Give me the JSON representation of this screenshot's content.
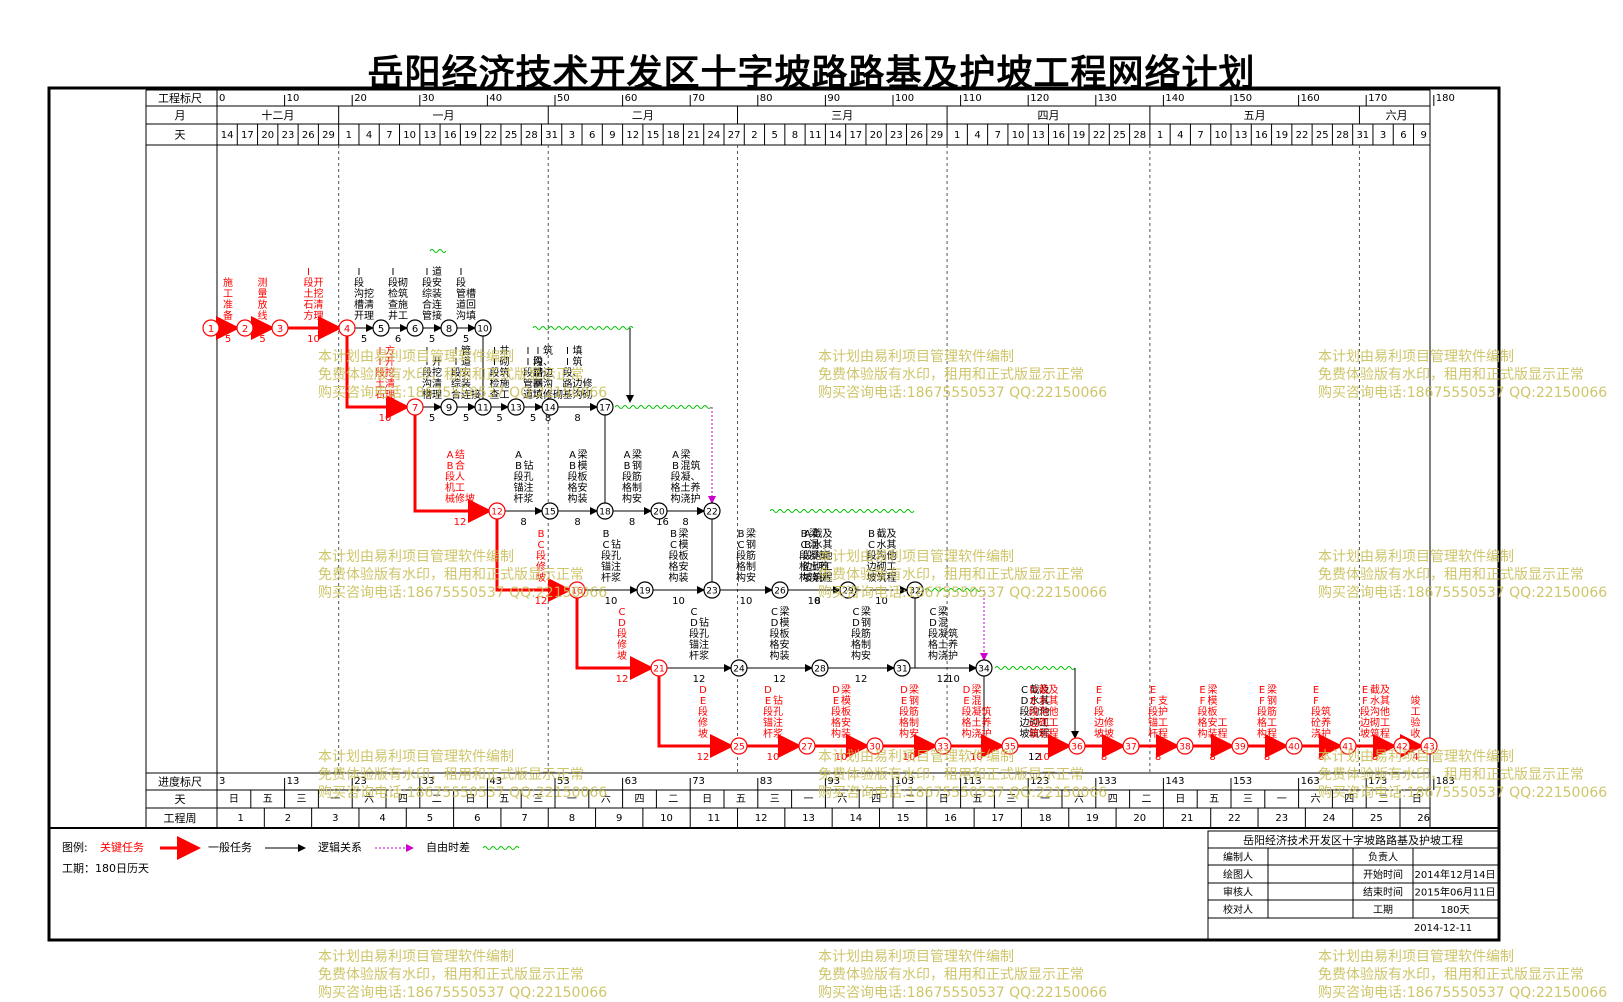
{
  "title": "岳阳经济技术开发区十字坡路路基及护坡工程网络计划",
  "header": {
    "row_labels": [
      "工程标尺",
      "月",
      "天"
    ],
    "scale_ticks": [
      "0",
      "10",
      "20",
      "30",
      "40",
      "50",
      "60",
      "70",
      "80",
      "90",
      "100",
      "110",
      "120",
      "130",
      "140",
      "150",
      "160",
      "170",
      "180"
    ],
    "months": [
      "十二月",
      "一月",
      "二月",
      "三月",
      "四月",
      "五月",
      "六月"
    ],
    "days": [
      "14",
      "17",
      "20",
      "23",
      "26",
      "29",
      "1",
      "4",
      "7",
      "10",
      "13",
      "16",
      "19",
      "22",
      "25",
      "28",
      "31",
      "3",
      "6",
      "9",
      "12",
      "15",
      "18",
      "21",
      "24",
      "27",
      "2",
      "5",
      "8",
      "11",
      "14",
      "17",
      "20",
      "23",
      "26",
      "29",
      "1",
      "4",
      "7",
      "10",
      "13",
      "16",
      "19",
      "22",
      "25",
      "28",
      "1",
      "4",
      "7",
      "10",
      "13",
      "16",
      "19",
      "22",
      "25",
      "28",
      "31",
      "3",
      "6",
      "9"
    ]
  },
  "footer": {
    "row_labels": [
      "进度标尺",
      "天",
      "工程周"
    ],
    "progress_ticks": [
      "3",
      "13",
      "23",
      "33",
      "43",
      "53",
      "63",
      "73",
      "83",
      "93",
      "103",
      "113",
      "123",
      "133",
      "143",
      "153",
      "163",
      "173",
      "183"
    ],
    "weekdays": [
      "日",
      "五",
      "三",
      "一",
      "六",
      "四",
      "二",
      "日",
      "五",
      "三",
      "一",
      "六",
      "四",
      "二",
      "日",
      "五",
      "三",
      "一",
      "六",
      "四",
      "二",
      "日",
      "五",
      "三",
      "一",
      "六",
      "四",
      "二",
      "日",
      "五",
      "三",
      "一",
      "六",
      "四",
      "二",
      "日"
    ],
    "weeks": [
      "1",
      "2",
      "3",
      "4",
      "5",
      "6",
      "7",
      "8",
      "9",
      "10",
      "11",
      "12",
      "13",
      "14",
      "15",
      "16",
      "17",
      "18",
      "19",
      "20",
      "21",
      "22",
      "23",
      "24",
      "25",
      "26"
    ]
  },
  "legend": {
    "label": "图例:",
    "critical": "关键任务",
    "normal": "一般任务",
    "logic": "逻辑关系",
    "float": "自由时差",
    "duration": "工期：180日历天"
  },
  "info": {
    "project": "岳阳经济技术开发区十字坡路路基及护坡工程",
    "rows": [
      {
        "k1": "编制人",
        "v1": "",
        "k2": "负责人",
        "v2": ""
      },
      {
        "k1": "绘图人",
        "v1": "",
        "k2": "开始时间",
        "v2": "2014年12月14日"
      },
      {
        "k1": "审核人",
        "v1": "",
        "k2": "结束时间",
        "v2": "2015年06月11日"
      },
      {
        "k1": "校对人",
        "v1": "",
        "k2": "工期",
        "v2": "180天"
      }
    ],
    "date": "2014-12-11"
  },
  "watermark": {
    "line1": "本计划由易利项目管理软件编制",
    "line2": "免费体验版有水印，租用和正式版显示正常",
    "line3": "购买咨询电话:18675550537 QQ:22150066"
  },
  "colors": {
    "critical": "#ff0000",
    "normal": "#000000",
    "free_float": "#00c000",
    "logic": "#cc00cc"
  },
  "nodes": [
    {
      "id": "1",
      "c": true
    },
    {
      "id": "2",
      "c": true
    },
    {
      "id": "3",
      "c": true
    },
    {
      "id": "4",
      "c": true
    },
    {
      "id": "5",
      "c": false
    },
    {
      "id": "6",
      "c": false
    },
    {
      "id": "7",
      "c": true
    },
    {
      "id": "8",
      "c": false
    },
    {
      "id": "9",
      "c": false
    },
    {
      "id": "10",
      "c": false
    },
    {
      "id": "11",
      "c": false
    },
    {
      "id": "12",
      "c": true
    },
    {
      "id": "13",
      "c": false
    },
    {
      "id": "14",
      "c": false
    },
    {
      "id": "15",
      "c": false
    },
    {
      "id": "16",
      "c": true
    },
    {
      "id": "17",
      "c": false
    },
    {
      "id": "18",
      "c": false
    },
    {
      "id": "19",
      "c": false
    },
    {
      "id": "20",
      "c": false
    },
    {
      "id": "21",
      "c": true
    },
    {
      "id": "22",
      "c": false
    },
    {
      "id": "23",
      "c": false
    },
    {
      "id": "24",
      "c": false
    },
    {
      "id": "25",
      "c": true
    },
    {
      "id": "26",
      "c": false
    },
    {
      "id": "27",
      "c": true
    },
    {
      "id": "28",
      "c": false
    },
    {
      "id": "29",
      "c": false
    },
    {
      "id": "30",
      "c": true
    },
    {
      "id": "31",
      "c": false
    },
    {
      "id": "32",
      "c": false
    },
    {
      "id": "33",
      "c": true
    },
    {
      "id": "34",
      "c": false
    },
    {
      "id": "35",
      "c": true
    },
    {
      "id": "36",
      "c": true
    },
    {
      "id": "37",
      "c": true
    },
    {
      "id": "38",
      "c": true
    },
    {
      "id": "39",
      "c": true
    },
    {
      "id": "40",
      "c": true
    },
    {
      "id": "41",
      "c": true
    },
    {
      "id": "42",
      "c": true
    },
    {
      "id": "43",
      "c": true
    }
  ],
  "tasks": [
    {
      "from": "1",
      "to": "2",
      "name": "施工准备",
      "dur": "5",
      "c": true
    },
    {
      "from": "2",
      "to": "3",
      "name": "测量放线",
      "dur": "5",
      "c": true
    },
    {
      "from": "3",
      "to": "4",
      "name": "I段土石方开挖清理",
      "dur": "10",
      "c": true
    },
    {
      "from": "4",
      "to": "5",
      "name": "I段沟槽开挖清理",
      "dur": "5",
      "c": false
    },
    {
      "from": "5",
      "to": "6",
      "name": "I段检查井砌筑施工",
      "dur": "6",
      "c": false
    },
    {
      "from": "6",
      "to": "8",
      "name": "I段综合管道安装连接",
      "dur": "5",
      "c": false
    },
    {
      "from": "8",
      "to": "10",
      "name": "I段管道沟槽回填",
      "dur": "5",
      "c": false
    },
    {
      "from": "10",
      "to": "17",
      "name": "I段路基填筑、边沟修砌",
      "dur": "8",
      "c": false
    },
    {
      "from": "4",
      "to": "7",
      "name": "II段土石方开挖清理",
      "dur": "10",
      "c": true
    },
    {
      "from": "7",
      "to": "9",
      "name": "II段沟槽开挖清理",
      "dur": "5",
      "c": false
    },
    {
      "from": "9",
      "to": "11",
      "name": "II段综合管道安装连接",
      "dur": "5",
      "c": false
    },
    {
      "from": "11",
      "to": "13",
      "name": "II段检查井砌筑施工",
      "dur": "5",
      "c": false
    },
    {
      "from": "13",
      "to": "14",
      "name": "II段管道沟槽回填",
      "dur": "5",
      "c": false
    },
    {
      "from": "14",
      "to": "17",
      "name": "II段路基填筑、边沟修砌",
      "dur": "8",
      "c": false
    },
    {
      "from": "17",
      "to": "22",
      "name": "",
      "dur": "16",
      "c": false
    },
    {
      "from": "7",
      "to": "12",
      "name": "AB段机械结合人工修坡",
      "dur": "12",
      "c": true
    },
    {
      "from": "12",
      "to": "15",
      "name": "AB段锚杆钻孔注浆",
      "dur": "8",
      "c": false
    },
    {
      "from": "15",
      "to": "18",
      "name": "AB段格构梁模板安装",
      "dur": "8",
      "c": false
    },
    {
      "from": "18",
      "to": "20",
      "name": "AB段格构梁钢筋制安",
      "dur": "8",
      "c": false
    },
    {
      "from": "20",
      "to": "22",
      "name": "AB段格构梁混凝土浇筑、养护",
      "dur": "8",
      "c": false
    },
    {
      "from": "22",
      "to": "32",
      "name": "AB段边坡截水沟砌筑及其他工程",
      "dur": "8",
      "c": false
    },
    {
      "from": "12",
      "to": "16",
      "name": "BC段修坡",
      "dur": "12",
      "c": true
    },
    {
      "from": "16",
      "to": "19",
      "name": "BC段锚杆钻孔注浆",
      "dur": "10",
      "c": false
    },
    {
      "from": "19",
      "to": "23",
      "name": "BC段格构梁模板安装",
      "dur": "10",
      "c": false
    },
    {
      "from": "23",
      "to": "26",
      "name": "BC段格构梁钢筋制安",
      "dur": "10",
      "c": false
    },
    {
      "from": "26",
      "to": "29",
      "name": "BC段格构梁混凝土浇筑养护",
      "dur": "10",
      "c": false
    },
    {
      "from": "29",
      "to": "32",
      "name": "BC段边坡截水沟砌筑及其他工程",
      "dur": "10",
      "c": false
    },
    {
      "from": "32",
      "to": "34",
      "name": "",
      "dur": "10",
      "c": false
    },
    {
      "from": "16",
      "to": "21",
      "name": "CD段修坡",
      "dur": "12",
      "c": true
    },
    {
      "from": "21",
      "to": "24",
      "name": "CD段锚杆钻孔注浆",
      "dur": "12",
      "c": false
    },
    {
      "from": "24",
      "to": "28",
      "name": "CD段格构梁模板安装",
      "dur": "12",
      "c": false
    },
    {
      "from": "28",
      "to": "31",
      "name": "CD段格构梁钢筋制安",
      "dur": "12",
      "c": false
    },
    {
      "from": "31",
      "to": "34",
      "name": "CD段格构梁混凝土浇筑养护",
      "dur": "12",
      "c": false
    },
    {
      "from": "34",
      "to": "36",
      "name": "CD段边坡截水沟砌筑及其他工程",
      "dur": "12",
      "c": false
    },
    {
      "from": "21",
      "to": "25",
      "name": "DE段修坡",
      "dur": "12",
      "c": true
    },
    {
      "from": "25",
      "to": "27",
      "name": "DE段锚杆钻孔注浆",
      "dur": "10",
      "c": true
    },
    {
      "from": "27",
      "to": "30",
      "name": "DE段格构梁模板安装",
      "dur": "10",
      "c": true
    },
    {
      "from": "30",
      "to": "33",
      "name": "DE段格构梁钢筋制安",
      "dur": "10",
      "c": true
    },
    {
      "from": "33",
      "to": "35",
      "name": "DE段格构梁混凝土浇筑养护",
      "dur": "10",
      "c": true
    },
    {
      "from": "35",
      "to": "36",
      "name": "DE段边坡截水沟砌筑及其他工程",
      "dur": "10",
      "c": true
    },
    {
      "from": "36",
      "to": "37",
      "name": "EF段边坡修坡",
      "dur": "8",
      "c": true
    },
    {
      "from": "37",
      "to": "38",
      "name": "EF段锚杆支护工程",
      "dur": "8",
      "c": true
    },
    {
      "from": "38",
      "to": "39",
      "name": "EF段格构梁模板安装工程",
      "dur": "8",
      "c": true
    },
    {
      "from": "39",
      "to": "40",
      "name": "EF段格构梁钢筋工程",
      "dur": "8",
      "c": true
    },
    {
      "from": "40",
      "to": "41",
      "name": "EF段砼浇筑养护",
      "dur": "8",
      "c": true
    },
    {
      "from": "41",
      "to": "42",
      "name": "EF段边坡截水沟砌筑及其他工程",
      "dur": "8",
      "c": true
    },
    {
      "from": "42",
      "to": "43",
      "name": "竣工验收",
      "dur": "4",
      "c": true
    }
  ]
}
